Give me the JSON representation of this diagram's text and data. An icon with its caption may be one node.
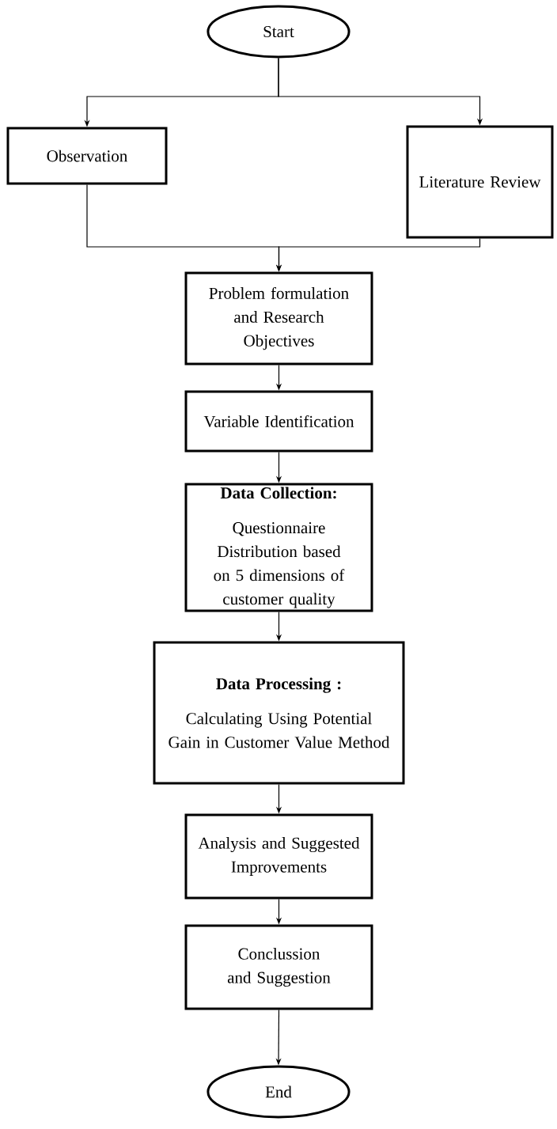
{
  "diagram": {
    "nodes": [
      {
        "text": [
          "Start"
        ]
      },
      {
        "text": [
          "Observation"
        ]
      },
      {
        "text": [
          "Literature Review"
        ]
      },
      {
        "text": [
          "Problem formulation and Research Objectives"
        ]
      },
      {
        "text": [
          "Variable Identification"
        ]
      },
      {
        "text": [
          "Data Collection:",
          "Questionnaire Distribution based on 5 dimensions of customer quality"
        ]
      },
      {
        "text": [
          "Data Processing :",
          "Calculating Using Potential Gain in Customer Value Method"
        ]
      },
      {
        "text": [
          "Analysis and Suggested Improvements"
        ]
      },
      {
        "text": [
          "Conclussion and Suggestion"
        ]
      },
      {
        "text": [
          "End"
        ]
      }
    ],
    "edges": [
      {
        "from": 0,
        "to": 1,
        "arrow": "to"
      },
      {
        "from": 0,
        "to": 2,
        "arrow": "to"
      },
      {
        "from": 1,
        "to": 3,
        "arrow": "to"
      },
      {
        "from": 2,
        "to": 3,
        "arrow": "to"
      },
      {
        "from": 3,
        "to": 4,
        "arrow": "to"
      },
      {
        "from": 4,
        "to": 5,
        "arrow": "to"
      },
      {
        "from": 5,
        "to": 6,
        "arrow": "to"
      },
      {
        "from": 6,
        "to": 7,
        "arrow": "to"
      },
      {
        "from": 7,
        "to": 8,
        "arrow": "to"
      },
      {
        "from": 8,
        "to": 9,
        "arrow": "to"
      }
    ]
  }
}
